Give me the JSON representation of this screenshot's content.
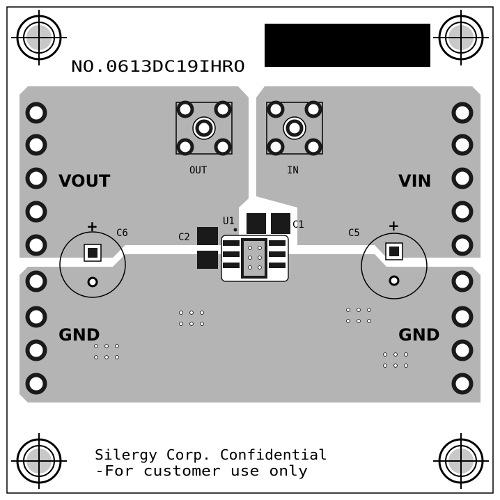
{
  "board": {
    "part_number": "NO.0613DC19IHRO",
    "footer_line1": "Silergy Corp. Confidential",
    "footer_line2": "-For customer use only"
  },
  "labels": {
    "vout": "VOUT",
    "vin": "VIN",
    "gnd_left": "GND",
    "gnd_right": "GND",
    "out": "OUT",
    "in": "IN",
    "u1": "U1",
    "c1": "C1",
    "c2": "C2",
    "c5": "C5",
    "c6": "C6",
    "plus_left": "+",
    "plus_right": "+"
  },
  "colors": {
    "copper": "#b4b4b4",
    "pad": "#1a1a1a",
    "silk": "#000000",
    "board": "#ffffff",
    "fiducial": "#c8c8c8"
  },
  "icons": [
    "mounting-hole-icon",
    "sma-connector-icon",
    "ic-package-icon",
    "electrolytic-capacitor-icon",
    "header-pin-icon"
  ]
}
